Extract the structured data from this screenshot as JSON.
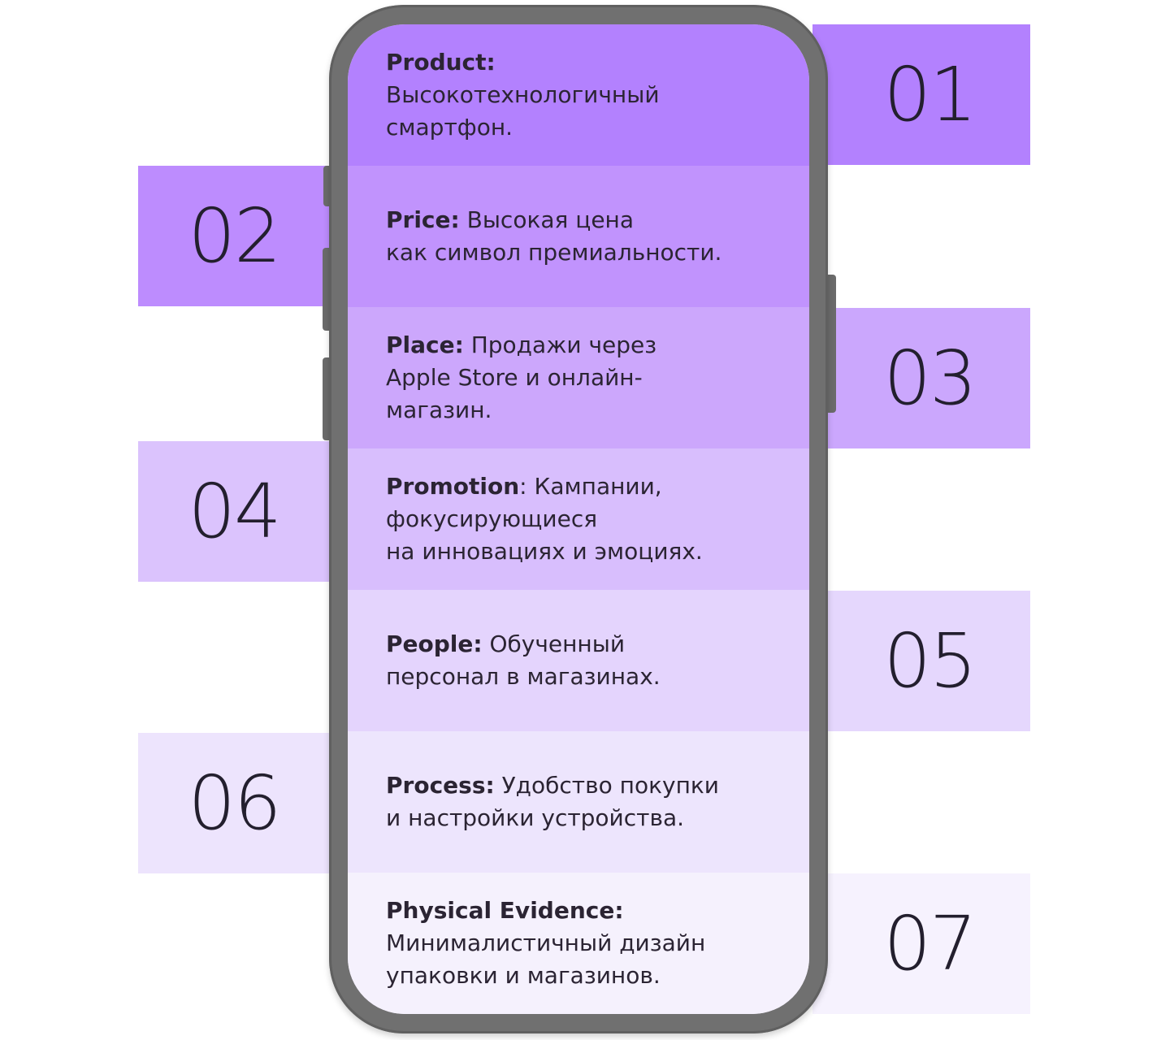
{
  "items": [
    {
      "number": "01",
      "label": "Product:",
      "lines": [
        "Высокотехнологичный",
        "смартфон."
      ],
      "color": "#b381fe"
    },
    {
      "number": "02",
      "label": "Price:",
      "lines": [
        " Высокая цена",
        "как символ премиальности."
      ],
      "color": "#c193fd"
    },
    {
      "number": "03",
      "label": "Place:",
      "lines": [
        " Продажи через",
        "Apple Store и онлайн-",
        "магазин."
      ],
      "color": "#cca7fc"
    },
    {
      "number": "04",
      "label": "Promotion",
      "lines": [
        ": Кампании,",
        "фокусирующиеся",
        "на инновациях и эмоциях."
      ],
      "color": "#d8befd"
    },
    {
      "number": "05",
      "label": "People:",
      "lines": [
        " Обученный",
        "персонал в магазинах."
      ],
      "color": "#e4d4fd"
    },
    {
      "number": "06",
      "label": "Process:",
      "lines": [
        " Удобство покупки",
        "и настройки устройства."
      ],
      "color": "#ede5fd"
    },
    {
      "number": "07",
      "label": "Physical Evidence:",
      "lines": [
        "Минималистичный дизайн",
        "упаковки и магазинов."
      ],
      "color": "#f5f1fd"
    }
  ]
}
